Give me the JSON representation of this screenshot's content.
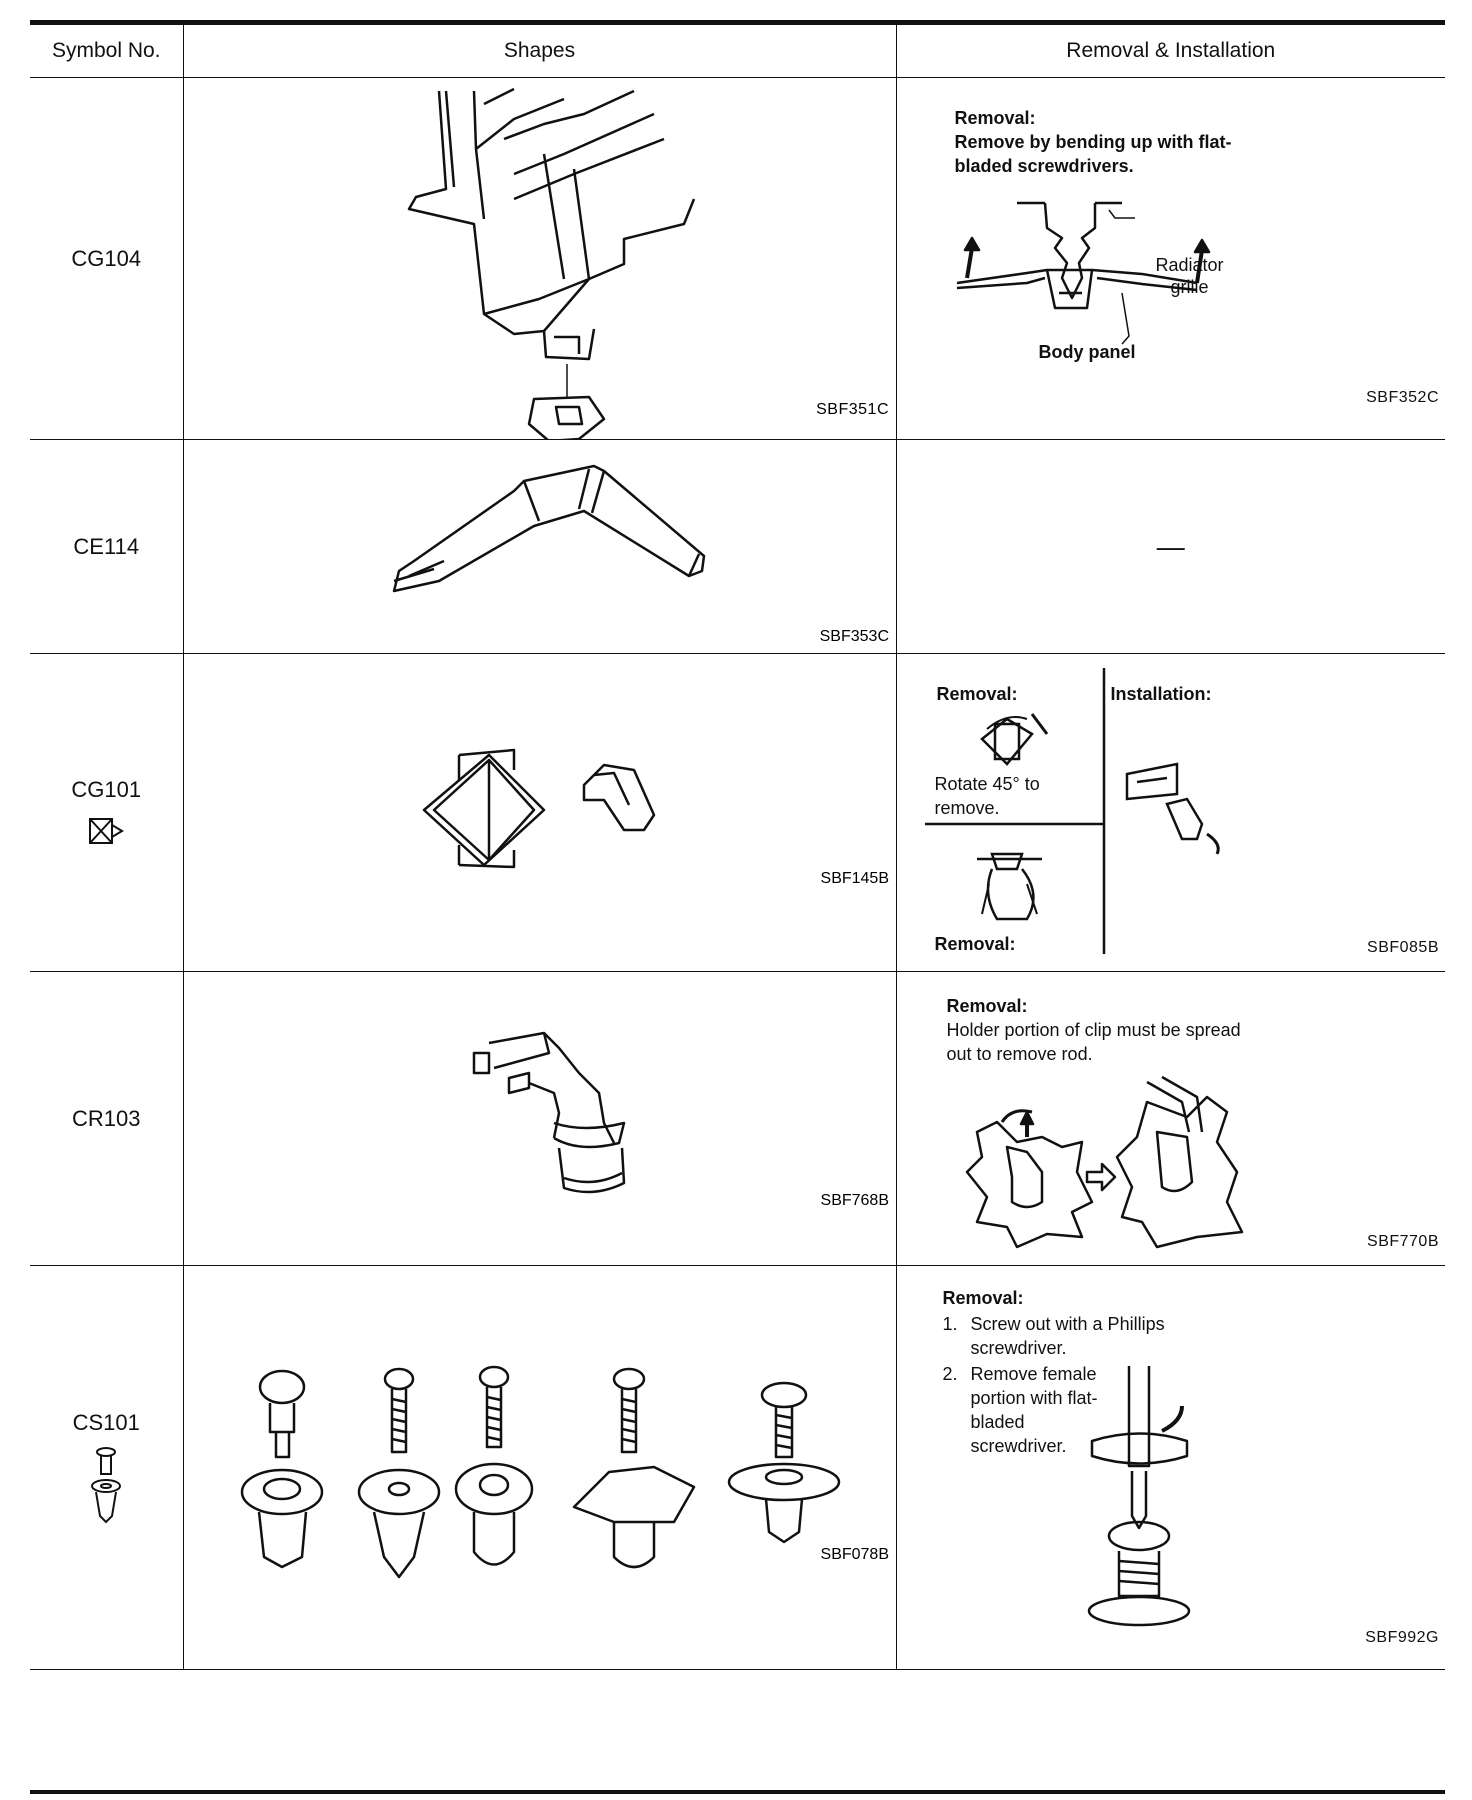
{
  "headers": {
    "symbol": "Symbol No.",
    "shapes": "Shapes",
    "removal": "Removal & Installation"
  },
  "rows": [
    {
      "symbol": "CG104",
      "shape_code": "SBF351C",
      "removal": {
        "title": "Removal:",
        "text": "Remove by bending up with flat-bladed screwdrivers.",
        "label_grille": "Radiator grille",
        "label_panel": "Body panel",
        "code": "SBF352C"
      }
    },
    {
      "symbol": "CE114",
      "shape_code": "SBF353C",
      "removal": {
        "dash": "—"
      }
    },
    {
      "symbol": "CG101",
      "shape_code": "SBF145B",
      "removal": {
        "removal_title": "Removal:",
        "installation_title": "Installation:",
        "rotate_text": "Rotate 45° to remove.",
        "removal_title_2": "Removal:",
        "code": "SBF085B"
      }
    },
    {
      "symbol": "CR103",
      "shape_code": "SBF768B",
      "removal": {
        "title": "Removal:",
        "text": "Holder portion of clip must be spread out to remove rod.",
        "code": "SBF770B"
      }
    },
    {
      "symbol": "CS101",
      "shape_code": "SBF078B",
      "removal": {
        "title": "Removal:",
        "step1_num": "1.",
        "step1": "Screw out with a Phillips screwdriver.",
        "step2_num": "2.",
        "step2": "Remove female portion with flat-bladed screwdriver.",
        "code": "SBF992G"
      }
    }
  ]
}
